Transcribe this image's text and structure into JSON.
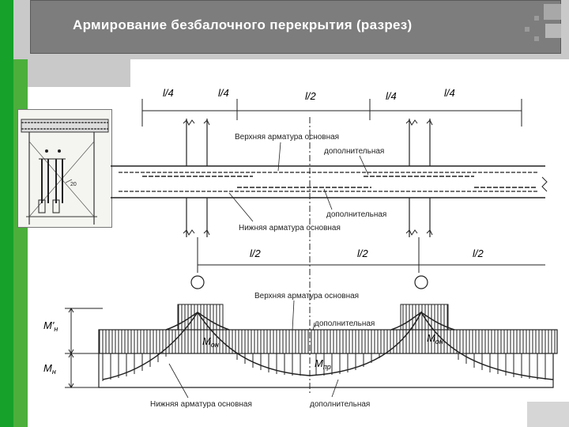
{
  "title": "Армирование безбалочного перекрытия (разрез)",
  "top_section": {
    "spans": [
      "l/4",
      "l/4",
      "l/2",
      "l/4",
      "l/4"
    ],
    "labels": {
      "top_main": "Верхняя арматура основная",
      "top_extra": "дополнительная",
      "bottom_extra": "дополнительная",
      "bottom_main": "Нижняя арматура основная"
    }
  },
  "bottom_section": {
    "spans": [
      "l/2",
      "l/2",
      "l/2"
    ],
    "labels": {
      "top_main": "Верхняя арматура основная",
      "top_extra": "дополнительная",
      "bottom_main": "Нижняя арматура основная",
      "bottom_extra": "дополнительная"
    },
    "moments": {
      "m_support_left": "M'",
      "m_support_left_sub": "н",
      "m_span_left": "M",
      "m_span_left_sub": "н",
      "m_on_1": "M",
      "m_on_1_sub": "он",
      "m_on_2": "M",
      "m_on_2_sub": "он",
      "m_pr": "M",
      "m_pr_sub": "пр"
    }
  },
  "inset": {
    "label_20": "20"
  }
}
